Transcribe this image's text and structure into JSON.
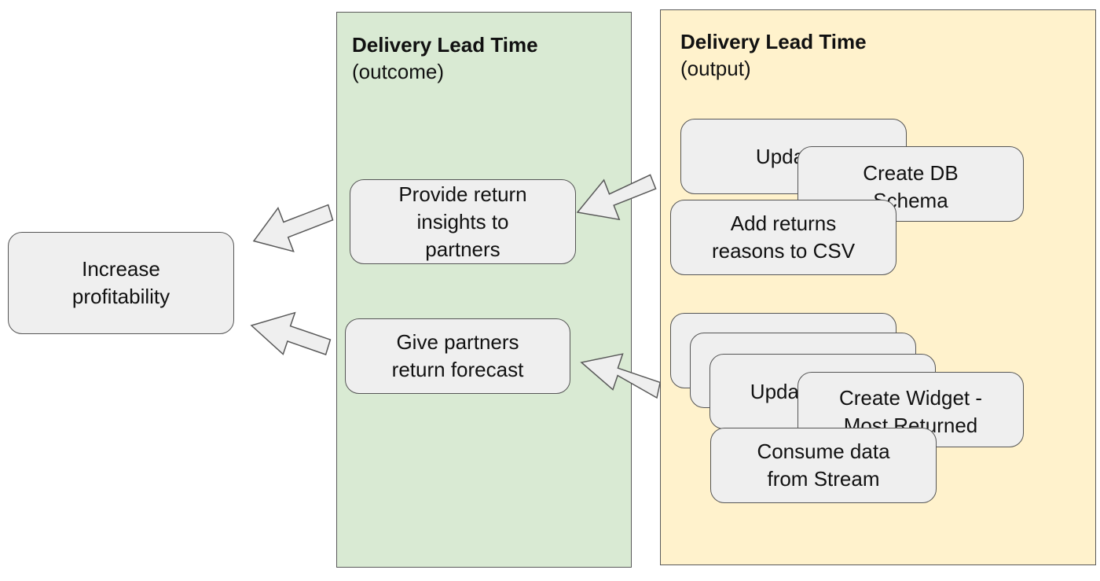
{
  "outcome_panel": {
    "title": "Delivery Lead Time",
    "subtitle": "(outcome)",
    "items": [
      {
        "label": "Provide return\ninsights to\npartners"
      },
      {
        "label": "Give partners\nreturn forecast"
      }
    ]
  },
  "output_panel": {
    "title": "Delivery Lead Time",
    "subtitle": "(output)",
    "group1": [
      {
        "label": "Upda"
      },
      {
        "label": "Create DB\nSchema"
      },
      {
        "label": "Add returns\nreasons to CSV"
      }
    ],
    "group2": [
      {
        "label": ""
      },
      {
        "label": ""
      },
      {
        "label": "Updat"
      },
      {
        "label": "Create Widget -\nMost Returned"
      },
      {
        "label": "Consume data\nfrom Stream"
      }
    ]
  },
  "goal": {
    "label": "Increase\nprofitability"
  },
  "colors": {
    "outcome_panel": "#d9ead3",
    "output_panel": "#fff2cc",
    "box_fill": "#efefef",
    "border": "#595959"
  }
}
